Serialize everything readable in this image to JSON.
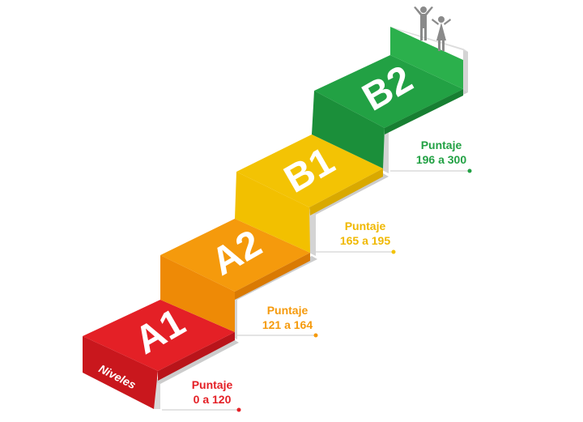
{
  "colors": {
    "a1": "#e42026",
    "a2": "#f58c0c",
    "b1": "#f6c402",
    "b2": "#1e9e3e",
    "gray": "#cfcfcf",
    "people": "#8a8a8a"
  },
  "front_label": "Niveles",
  "steps": [
    {
      "level": "A1",
      "score_title": "Puntaje",
      "score_range": "0 a 120",
      "color": "#e42026"
    },
    {
      "level": "A2",
      "score_title": "Puntaje",
      "score_range": "121 a 164",
      "color": "#f59a0c"
    },
    {
      "level": "B1",
      "score_title": "Puntaje",
      "score_range": "165 a 195",
      "color": "#f3c304"
    },
    {
      "level": "B2",
      "score_title": "Puntaje",
      "score_range": "196 a 300",
      "color": "#22a144"
    }
  ]
}
